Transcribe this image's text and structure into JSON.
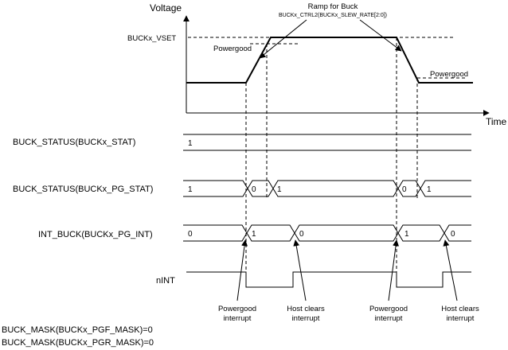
{
  "axes": {
    "y_label": "Voltage",
    "x_label": "Time"
  },
  "vset_label": "BUCKx_VSET",
  "ramp": {
    "title": "Ramp for Buck",
    "register": "BUCKx_CTRL2(BUCKx_SLEW_RATE[2:0])"
  },
  "powergood_rise": "Powergood",
  "powergood_fall": "Powergood",
  "signals": {
    "stat": {
      "name": "BUCK_STATUS(BUCKx_STAT)",
      "v0": "1"
    },
    "pg_stat": {
      "name": "BUCK_STATUS(BUCKx_PG_STAT)",
      "v0": "1",
      "v1": "0",
      "v2": "1",
      "v3": "0",
      "v4": "1"
    },
    "int": {
      "name": "INT_BUCK(BUCKx_PG_INT)",
      "v0": "0",
      "v1": "1",
      "v2": "0",
      "v3": "1",
      "v4": "0"
    },
    "nint": {
      "name": "nINT"
    }
  },
  "annotations": {
    "pg_interrupt_1": {
      "line1": "Powergood",
      "line2": "interrupt"
    },
    "host_clears_1": {
      "line1": "Host clears",
      "line2": "interrupt"
    },
    "pg_interrupt_2": {
      "line1": "Powergood",
      "line2": "interrupt"
    },
    "host_clears_2": {
      "line1": "Host clears",
      "line2": "interrupt"
    }
  },
  "mask_notes": [
    "BUCK_MASK(BUCKx_PGF_MASK)=0",
    "BUCK_MASK(BUCKx_PGR_MASK)=0"
  ]
}
